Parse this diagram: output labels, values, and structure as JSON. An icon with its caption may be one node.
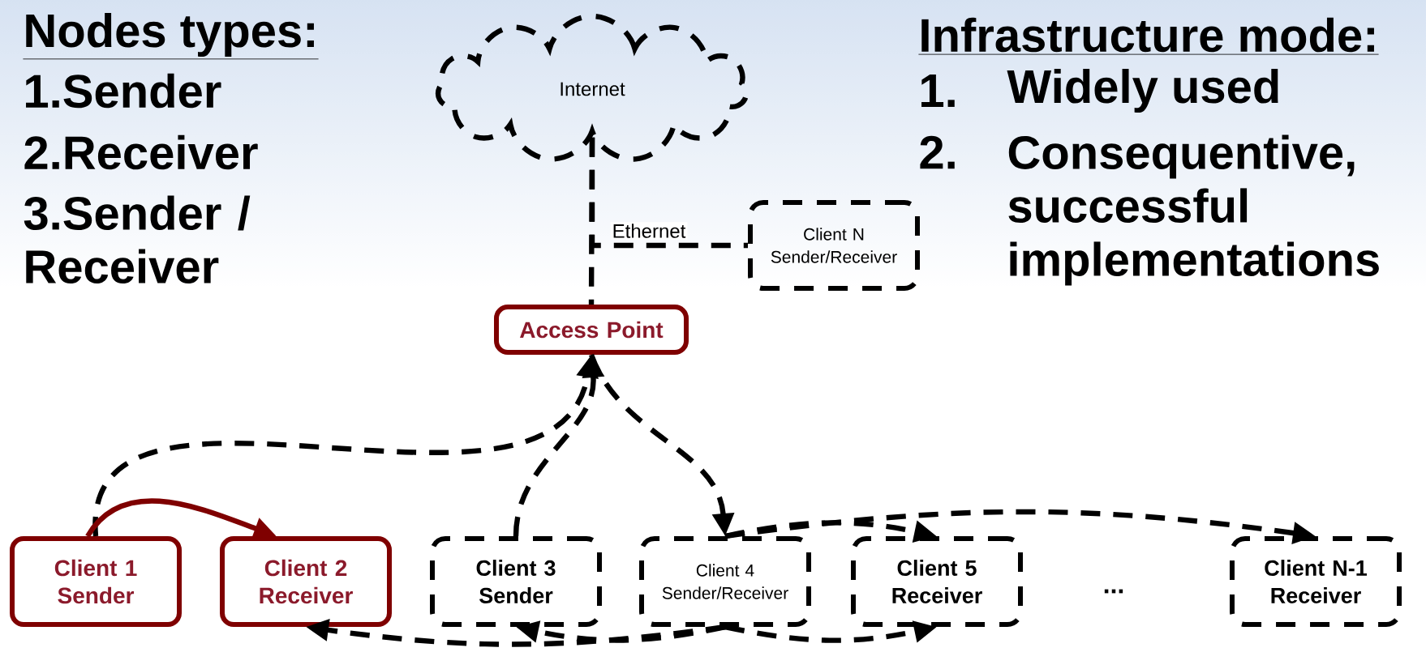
{
  "diagram": {
    "nodes": [
      {
        "text": [
          "Internet"
        ]
      },
      {
        "text": [
          "Client N Sender/Receiver"
        ]
      },
      {
        "text": [
          "Access Point"
        ]
      },
      {
        "text": [
          "Client 1 Sender"
        ]
      },
      {
        "text": [
          "Client 2 Receiver"
        ]
      },
      {
        "text": [
          "Client 3 Sender"
        ]
      },
      {
        "text": [
          "Client 4 Sender/Receiver"
        ]
      },
      {
        "text": [
          "Client 5 Receiver"
        ]
      },
      {
        "text": [
          "Client N-1 Receiver"
        ]
      }
    ],
    "edges": [
      {
        "from": 0,
        "to": 2,
        "arrow": "none",
        "style": "dashed"
      },
      {
        "from": 0,
        "to": 1,
        "arrow": "none",
        "style": "dashed",
        "label": "Ethernet"
      },
      {
        "from": 3,
        "to": 2,
        "arrow": "to",
        "style": "dashed"
      },
      {
        "from": 5,
        "to": 2,
        "arrow": "to",
        "style": "dashed"
      },
      {
        "from": 2,
        "to": 6,
        "arrow": "to",
        "style": "dashed"
      },
      {
        "from": 3,
        "to": 4,
        "arrow": "to",
        "color": "#7f0000"
      },
      {
        "from": 6,
        "to": 7,
        "arrow": "to",
        "style": "dashed"
      },
      {
        "from": 6,
        "to": 8,
        "arrow": "to",
        "style": "dashed"
      },
      {
        "from": 6,
        "to": 4,
        "arrow": "to",
        "style": "dashed"
      },
      {
        "from": 6,
        "to": 5,
        "arrow": "to",
        "style": "dashed"
      },
      {
        "from": 6,
        "to": 7,
        "arrow": "to",
        "style": "dashed"
      }
    ],
    "labels": [
      "Nodes types:",
      "1.Sender",
      "2.Receiver",
      "3.Sender / Receiver",
      "Infrastructure mode:",
      "1.",
      "Widely used",
      "2.",
      "Consequentive, successful implementations",
      "..."
    ]
  }
}
